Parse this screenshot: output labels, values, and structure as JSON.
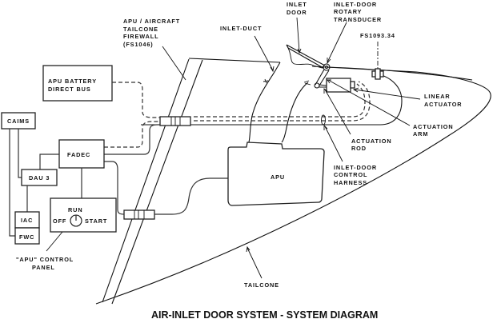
{
  "diagram": {
    "title": "AIR-INLET DOOR SYSTEM - SYSTEM DIAGRAM",
    "labels": {
      "firewall": [
        "APU / AIRCRAFT",
        "TAILCONE",
        "FIREWALL",
        "(FS1046)"
      ],
      "inlet_duct": [
        "INLET-DUCT"
      ],
      "inlet_door": [
        "INLET",
        "DOOR"
      ],
      "rotary_transducer": [
        "INLET-DOOR",
        "ROTARY",
        "TRANSDUCER"
      ],
      "fs_station": [
        "FS1093.34"
      ],
      "linear_actuator": [
        "LINEAR",
        "ACTUATOR"
      ],
      "actuation_arm": [
        "ACTUATION",
        "ARM"
      ],
      "actuation_rod": [
        "ACTUATION",
        "ROD"
      ],
      "control_harness": [
        "INLET-DOOR",
        "CONTROL",
        "HARNESS"
      ],
      "tailcone": [
        "TAILCONE"
      ],
      "control_panel": [
        "\"APU\" CONTROL",
        "PANEL"
      ]
    },
    "boxes": {
      "apu_battery": [
        "APU BATTERY",
        "DIRECT BUS"
      ],
      "caims": "CAIMS",
      "fadec": "FADEC",
      "dau": "DAU 3",
      "iac": "IAC",
      "fwc": "FWC",
      "apu": "APU"
    },
    "switch": {
      "run": "RUN",
      "off": "OFF",
      "start": "START"
    }
  }
}
